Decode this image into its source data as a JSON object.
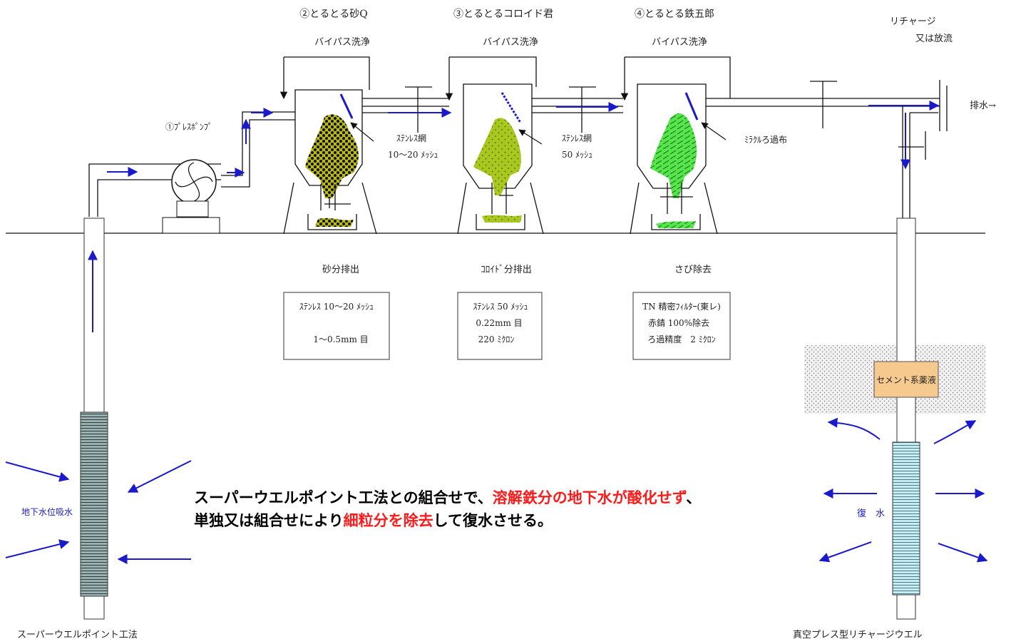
{
  "units": [
    {
      "title": "②とるとる砂Q",
      "bypass": "バイパス洗浄",
      "screen_label": [
        "ｽﾃﾝﾚｽ網",
        "10〜20 ﾒｯｼｭ"
      ],
      "discharge": "砂分排出",
      "spec": [
        "ｽﾃﾝﾚｽ 10〜20 ﾒｯｼｭ",
        "1〜0.5mm 目"
      ]
    },
    {
      "title": "③とるとるコロイド君",
      "bypass": "バイパス洗浄",
      "screen_label": [
        "ｽﾃﾝﾚｽ網",
        "50 ﾒｯｼｭ"
      ],
      "discharge": "ｺﾛｲﾄﾞ分排出",
      "spec": [
        "ｽﾃﾝﾚｽ 50 ﾒｯｼｭ",
        "0.22mm 目",
        "220 ﾐｸﾛﾝ"
      ]
    },
    {
      "title": "④とるとる鉄五郎",
      "bypass": "バイパス洗浄",
      "screen_label": [
        "ﾐﾗｸﾙろ過布"
      ],
      "discharge": "さび除去",
      "spec": [
        "TN 精密ﾌｨﾙﾀｰ(東レ)",
        "赤錆 100%除去",
        "ろ過精度　2 ﾐｸﾛﾝ"
      ]
    }
  ],
  "pump_label": "①ﾌﾟﾚｽﾎﾟﾝﾌﾟ",
  "recharge_label": [
    "リチャージ",
    "又は放流"
  ],
  "outflow_label": "排水→",
  "left_well": {
    "caption": "スーパーウエルポイント工法",
    "label": "地下水位吸水"
  },
  "right_well": {
    "caption": "真空プレス型リチャージウエル",
    "label": "復　水",
    "cement_label": "セメント系薬液"
  },
  "note": {
    "line1": [
      {
        "text": "スーパーウエルポイント工法との組合せで、",
        "red": false
      },
      {
        "text": "溶解鉄分の地下水が酸化せず",
        "red": true
      },
      {
        "text": "、",
        "red": false
      }
    ],
    "line2": [
      {
        "text": "単独又は組合せにより",
        "red": false
      },
      {
        "text": "細粒分を除去",
        "red": true
      },
      {
        "text": "して復水させる。",
        "red": false
      }
    ]
  },
  "colors": {
    "flow_arrow": "#1a1acc",
    "highlight_red": "#ff1a1a",
    "sand_fill": "#b7b91a",
    "colloid_fill": "#a8c81e",
    "iron_fill": "#55e64a",
    "recharge_screen": "#c8eef5",
    "cement_fill": "#f6c98f"
  }
}
